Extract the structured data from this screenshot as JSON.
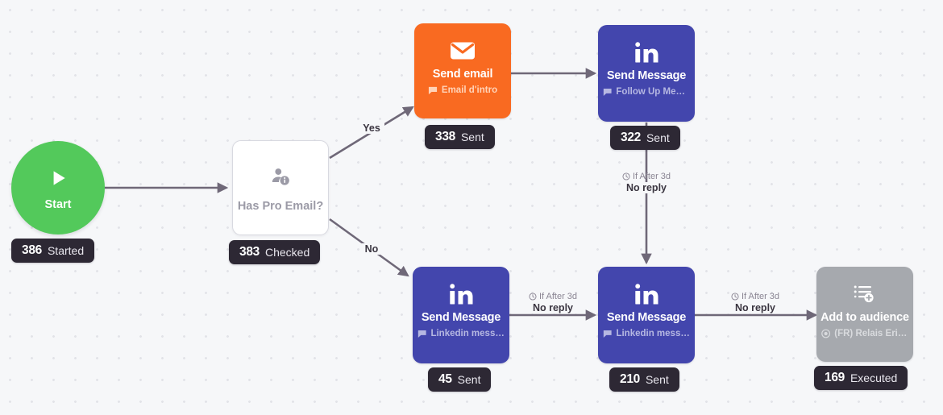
{
  "canvas": {
    "background_color": "#f6f7f9",
    "dot_color": "#e2e3e8",
    "edge_color": "#6f6878"
  },
  "nodes": {
    "start": {
      "label": "Start",
      "icon": "play-icon",
      "color": "#53c95b",
      "badge": {
        "value": "386",
        "label": "Started"
      }
    },
    "decision": {
      "label": "Has Pro Email?",
      "icon": "person-info-icon",
      "color": "#ffffff",
      "badge": {
        "value": "383",
        "label": "Checked"
      }
    },
    "send_email": {
      "title": "Send email",
      "subtitle": "Email d'intro",
      "icon": "envelope-icon",
      "sub_icon": "message-flag-icon",
      "color": "#f96a21",
      "badge": {
        "value": "338",
        "label": "Sent"
      }
    },
    "follow_up": {
      "title": "Send Message",
      "subtitle": "Follow Up Mess...",
      "icon": "linkedin-icon",
      "sub_icon": "message-flag-icon",
      "color": "#4346ad",
      "badge": {
        "value": "322",
        "label": "Sent"
      }
    },
    "linkedin_first": {
      "title": "Send Message",
      "subtitle": "Linkedin messa...",
      "icon": "linkedin-icon",
      "sub_icon": "message-flag-icon",
      "color": "#4346ad",
      "badge": {
        "value": "45",
        "label": "Sent"
      }
    },
    "linkedin_second": {
      "title": "Send Message",
      "subtitle": "Linkedin messa...",
      "icon": "linkedin-icon",
      "sub_icon": "message-flag-icon",
      "color": "#4346ad",
      "badge": {
        "value": "210",
        "label": "Sent"
      }
    },
    "add_audience": {
      "title": "Add to audience",
      "subtitle": "(FR) Relais Eric ...",
      "icon": "list-add-icon",
      "sub_icon": "target-icon",
      "color": "#a6a9ae",
      "badge": {
        "value": "169",
        "label": "Executed"
      }
    }
  },
  "edges": {
    "yes_branch": {
      "label": "Yes"
    },
    "no_branch": {
      "label": "No"
    },
    "followup_to_second": {
      "condition": "If After 3d",
      "label": "No reply",
      "icon": "clock-icon"
    },
    "first_to_second": {
      "condition": "If After 3d",
      "label": "No reply",
      "icon": "clock-icon"
    },
    "second_to_audience": {
      "condition": "If After 3d",
      "label": "No reply",
      "icon": "clock-icon"
    }
  }
}
